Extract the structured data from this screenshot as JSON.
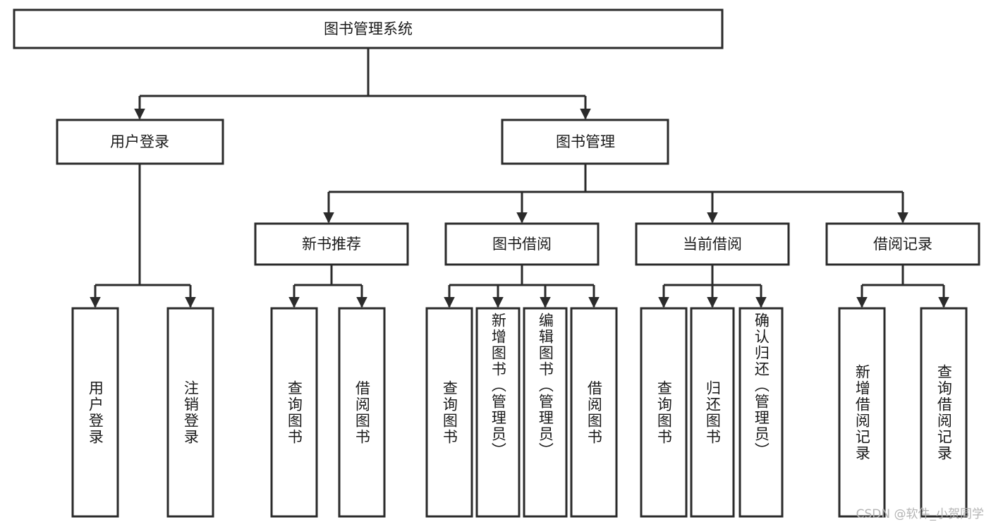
{
  "diagram": {
    "title": "图书管理系统",
    "type": "tree",
    "root": {
      "id": "root",
      "label": "图书管理系统"
    },
    "level2": [
      {
        "id": "user-login",
        "label": "用户登录"
      },
      {
        "id": "book-manage",
        "label": "图书管理"
      }
    ],
    "level3": [
      {
        "id": "new-book-rec",
        "label": "新书推荐",
        "parent": "book-manage"
      },
      {
        "id": "book-borrow",
        "label": "图书借阅",
        "parent": "book-manage"
      },
      {
        "id": "current-borrow",
        "label": "当前借阅",
        "parent": "book-manage"
      },
      {
        "id": "borrow-record",
        "label": "借阅记录",
        "parent": "book-manage"
      }
    ],
    "leaves": [
      {
        "id": "leaf-user-login",
        "label": "用户登录",
        "parent": "user-login"
      },
      {
        "id": "leaf-logout",
        "label": "注销登录",
        "parent": "user-login"
      },
      {
        "id": "leaf-query-book-1",
        "label": "查询图书",
        "parent": "new-book-rec"
      },
      {
        "id": "leaf-borrow-book-1",
        "label": "借阅图书",
        "parent": "new-book-rec"
      },
      {
        "id": "leaf-query-book-2",
        "label": "查询图书",
        "parent": "book-borrow"
      },
      {
        "id": "leaf-add-book",
        "label": "新增图书（管理员）",
        "parent": "book-borrow"
      },
      {
        "id": "leaf-edit-book",
        "label": "编辑图书（管理员）",
        "parent": "book-borrow"
      },
      {
        "id": "leaf-borrow-book-2",
        "label": "借阅图书",
        "parent": "book-borrow"
      },
      {
        "id": "leaf-query-book-3",
        "label": "查询图书",
        "parent": "current-borrow"
      },
      {
        "id": "leaf-return-book",
        "label": "归还图书",
        "parent": "current-borrow"
      },
      {
        "id": "leaf-confirm-return",
        "label": "确认归还（管理员）",
        "parent": "current-borrow"
      },
      {
        "id": "leaf-add-record",
        "label": "新增借阅记录",
        "parent": "borrow-record"
      },
      {
        "id": "leaf-query-record",
        "label": "查询借阅记录",
        "parent": "borrow-record"
      }
    ],
    "colors": {
      "stroke": "#2b2b2b",
      "fill": "#ffffff",
      "text": "#1a1a1a",
      "watermark": "#b4b4b4"
    }
  },
  "watermark": {
    "text": "CSDN @软件_小贺同学"
  }
}
